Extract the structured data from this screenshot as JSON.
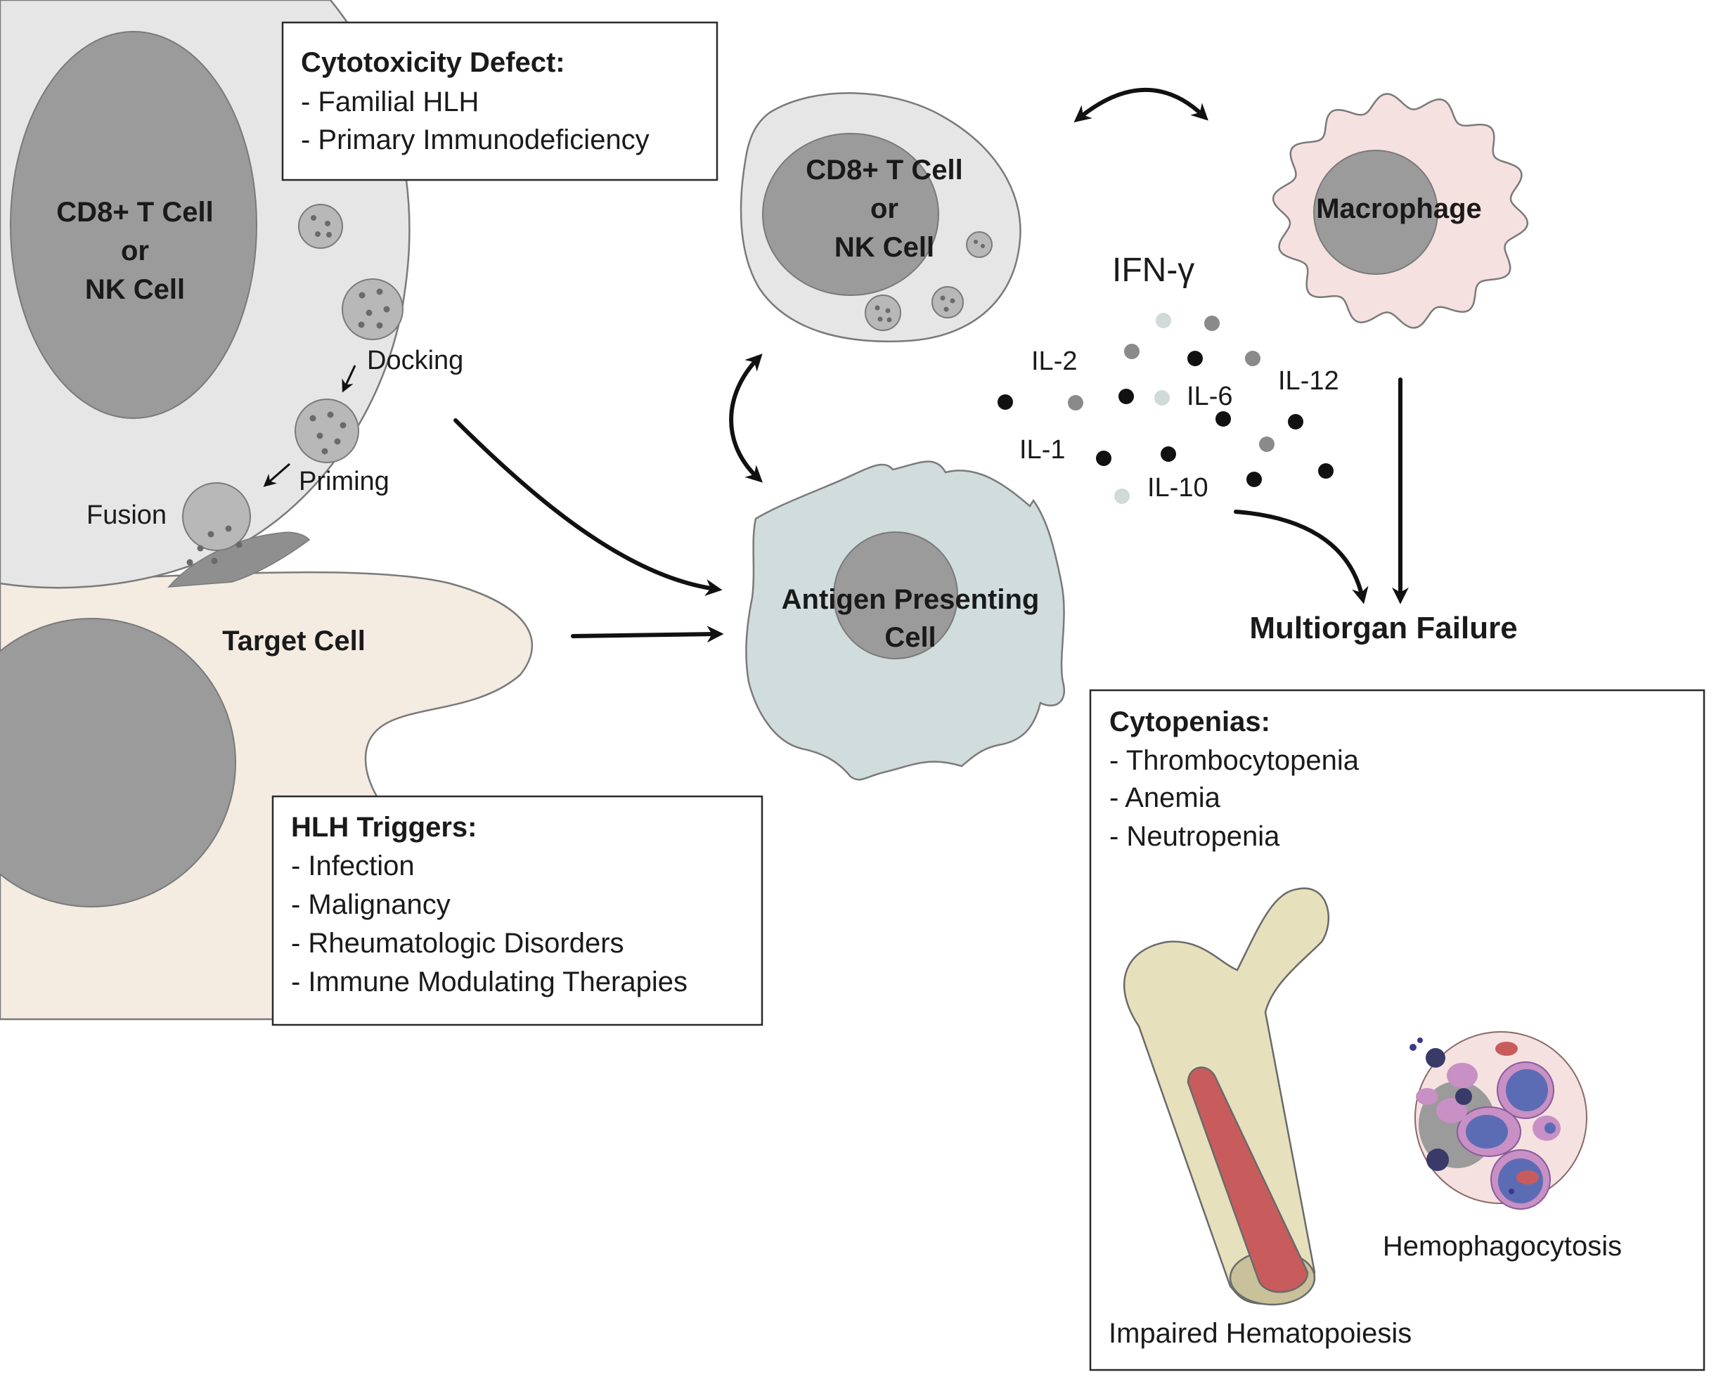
{
  "cytotoxicity_box": {
    "title": "Cytotoxicity Defect:",
    "items": [
      "- Familial HLH",
      "- Primary Immunodeficiency"
    ]
  },
  "left_cell": {
    "label_lines": [
      "CD8+ T Cell",
      "or",
      "NK Cell"
    ]
  },
  "granule_steps": {
    "docking": "Docking",
    "priming": "Priming",
    "fusion": "Fusion"
  },
  "target_cell": {
    "label": "Target Cell"
  },
  "triggers_box": {
    "title": "HLH Triggers:",
    "items": [
      "- Infection",
      "- Malignancy",
      "- Rheumatologic Disorders",
      "- Immune Modulating Therapies"
    ]
  },
  "upper_cell": {
    "label_lines": [
      "CD8+ T Cell",
      "or",
      "NK Cell"
    ]
  },
  "macrophage": {
    "label": "Macrophage"
  },
  "apc": {
    "label_lines": [
      "Antigen Presenting",
      "Cell"
    ]
  },
  "cytokines": {
    "ifn": "IFN-γ",
    "il2": "IL-2",
    "il6": "IL-6",
    "il12": "IL-12",
    "il1": "IL-1",
    "il10": "IL-10"
  },
  "outcome": {
    "label": "Multiorgan Failure"
  },
  "cytopenias_box": {
    "title": "Cytopenias:",
    "items": [
      "- Thrombocytopenia",
      "- Anemia",
      "- Neutropenia"
    ],
    "bone_caption": "Impaired Hematopoiesis",
    "hemo_caption": "Hemophagocytosis"
  },
  "colors": {
    "cell_gray": "#e6e6e6",
    "nucleus": "#9b9b9b",
    "target": "#f4ebe1",
    "apc": "#d1dcdc",
    "macrophage": "#f5e1e0",
    "bone": "#e6e0bc",
    "marrow": "#c85c5c"
  }
}
